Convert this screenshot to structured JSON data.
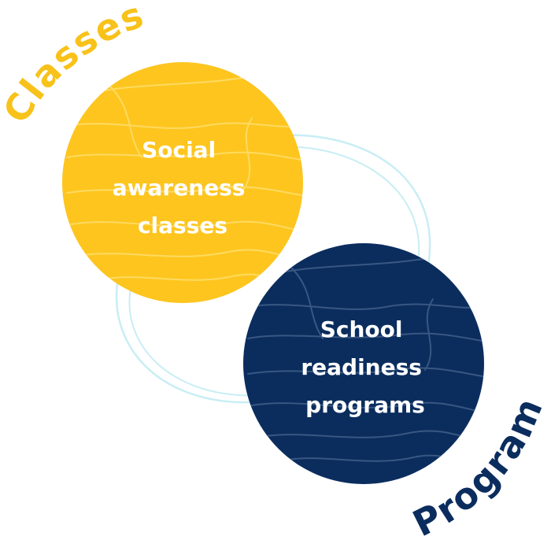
{
  "colors": {
    "yellow": "#FDC51E",
    "navy": "#0B2D5E",
    "loop": "#C8EEF4",
    "label_yellow": "#F8C21A",
    "label_navy": "#0B2D5E"
  },
  "labels": {
    "top": "Classes",
    "bottom": "Programs"
  },
  "circles": {
    "yellow": {
      "lines": [
        "Social",
        "awareness",
        "classes"
      ]
    },
    "navy": {
      "lines": [
        "School",
        "readiness",
        "programs"
      ]
    }
  }
}
